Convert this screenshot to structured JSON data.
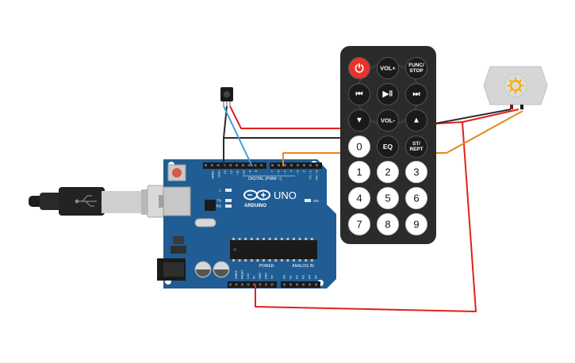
{
  "canvas": {
    "background": "#ffffff"
  },
  "arduino": {
    "brand": "ARDUINO",
    "model": "UNO",
    "digital_header_label": "DIGITAL (PWM ~)",
    "power_label": "POWER",
    "analog_label": "ANALOG IN",
    "on_label": "ON",
    "led_l": "L",
    "led_tx": "TX",
    "led_rx": "RX",
    "aref": "AREF",
    "gnd": "GND",
    "digital_pins": [
      "13",
      "12",
      "~11",
      "~10",
      "~9",
      "8",
      "7",
      "~6",
      "~5",
      "4",
      "~3",
      "2",
      "TX→1",
      "RX←0"
    ],
    "power_pins": [
      "IOREF",
      "RESET",
      "3.3V",
      "5V",
      "GND",
      "GND",
      "Vin"
    ],
    "analog_pins": [
      "A0",
      "A1",
      "A2",
      "A3",
      "A4",
      "A5"
    ],
    "board_color": "#1f5d94"
  },
  "remote": {
    "buttons": [
      {
        "id": "power",
        "label": "⏻",
        "color": "#e8332a"
      },
      {
        "id": "vol-up",
        "label": "VOL+"
      },
      {
        "id": "func-stop",
        "label": "FUNC/\nSTOP"
      },
      {
        "id": "prev",
        "label": "⏮"
      },
      {
        "id": "play-pause",
        "label": "▶‖"
      },
      {
        "id": "next",
        "label": "⏭"
      },
      {
        "id": "down",
        "label": "▼"
      },
      {
        "id": "vol-down",
        "label": "VOL-"
      },
      {
        "id": "up",
        "label": "▲"
      },
      {
        "id": "zero",
        "label": "0"
      },
      {
        "id": "eq",
        "label": "EQ"
      },
      {
        "id": "st-rept",
        "label": "ST/\nREPT"
      },
      {
        "id": "one",
        "label": "1"
      },
      {
        "id": "two",
        "label": "2"
      },
      {
        "id": "three",
        "label": "3"
      },
      {
        "id": "four",
        "label": "4"
      },
      {
        "id": "five",
        "label": "5"
      },
      {
        "id": "six",
        "label": "6"
      },
      {
        "id": "seven",
        "label": "7"
      },
      {
        "id": "eight",
        "label": "8"
      },
      {
        "id": "nine",
        "label": "9"
      }
    ],
    "body_color": "#2b2b2b",
    "button_color": "#1a1a1a"
  },
  "wires": {
    "red": "#e0211b",
    "black": "#2a2a2a",
    "blue": "#3aa0d8",
    "orange": "#e28a1c"
  }
}
